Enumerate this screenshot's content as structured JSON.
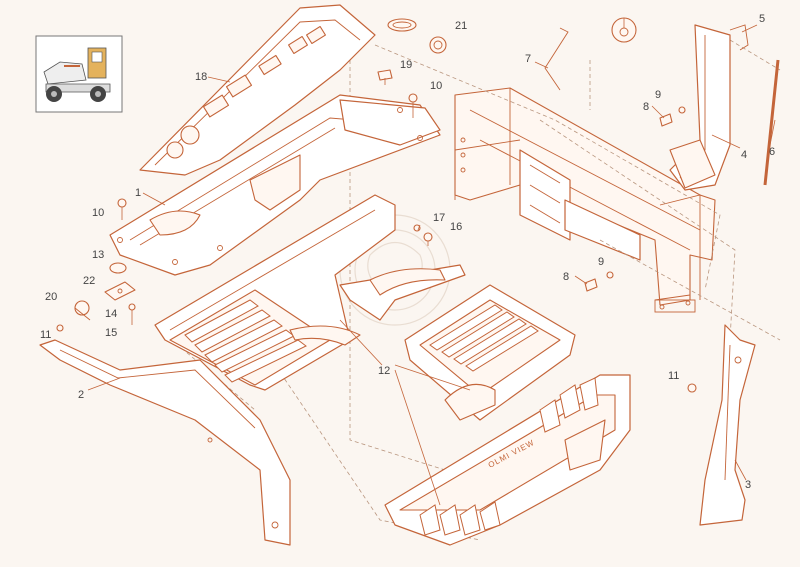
{
  "diagram": {
    "callouts": [
      {
        "id": "c1",
        "label": "1"
      },
      {
        "id": "c2",
        "label": "2"
      },
      {
        "id": "c3",
        "label": "3"
      },
      {
        "id": "c4",
        "label": "4"
      },
      {
        "id": "c5",
        "label": "5"
      },
      {
        "id": "c6",
        "label": "6"
      },
      {
        "id": "c7",
        "label": "7"
      },
      {
        "id": "c8a",
        "label": "8"
      },
      {
        "id": "c8b",
        "label": "8"
      },
      {
        "id": "c9a",
        "label": "9"
      },
      {
        "id": "c9b",
        "label": "9"
      },
      {
        "id": "c10a",
        "label": "10"
      },
      {
        "id": "c10b",
        "label": "10"
      },
      {
        "id": "c11a",
        "label": "11"
      },
      {
        "id": "c11b",
        "label": "11"
      },
      {
        "id": "c12",
        "label": "12"
      },
      {
        "id": "c13",
        "label": "13"
      },
      {
        "id": "c14",
        "label": "14"
      },
      {
        "id": "c15",
        "label": "15"
      },
      {
        "id": "c16",
        "label": "16"
      },
      {
        "id": "c17",
        "label": "17"
      },
      {
        "id": "c18",
        "label": "18"
      },
      {
        "id": "c19",
        "label": "19"
      },
      {
        "id": "c20",
        "label": "20"
      },
      {
        "id": "c21",
        "label": "21"
      },
      {
        "id": "c22",
        "label": "22"
      }
    ],
    "embossed_text": "OLMI VIEW",
    "colors": {
      "line": "#c4653a",
      "label": "#444444",
      "background": "#fbf6f1"
    }
  }
}
